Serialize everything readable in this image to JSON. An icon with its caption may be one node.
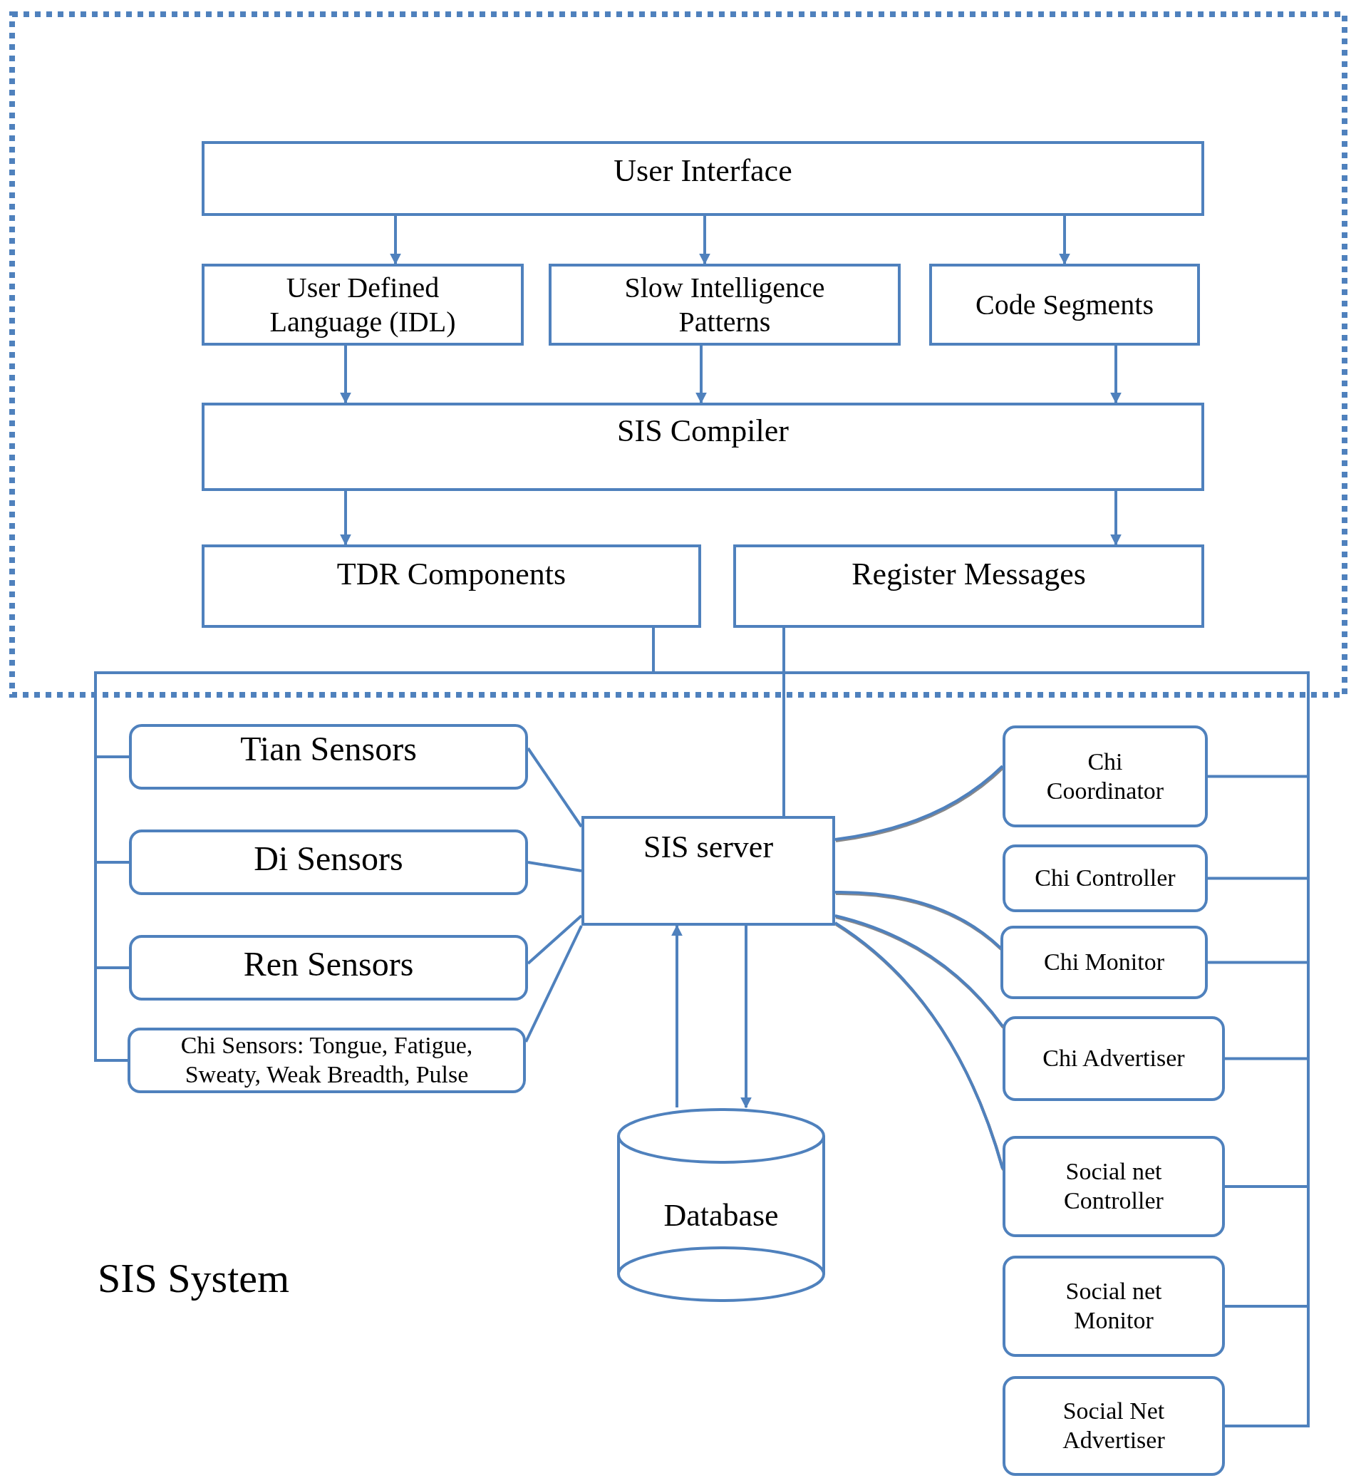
{
  "diagram": {
    "nodes": [
      {
        "text": [],
        "shape": "box"
      },
      {
        "text": [
          "User Interface"
        ],
        "in": 0
      },
      {
        "text": [
          "User Defined Language (IDL)"
        ],
        "in": 0
      },
      {
        "text": [
          "Slow Intelligence Patterns"
        ],
        "in": 0
      },
      {
        "text": [
          "Code Segments"
        ],
        "in": 0
      },
      {
        "text": [
          "SIS Compiler"
        ],
        "in": 0
      },
      {
        "text": [
          "TDR Components"
        ],
        "in": 0
      },
      {
        "text": [
          "Register Messages"
        ],
        "in": 0
      },
      {
        "text": [
          "Tian Sensors"
        ]
      },
      {
        "text": [
          "Di Sensors"
        ]
      },
      {
        "text": [
          "Ren Sensors"
        ]
      },
      {
        "text": [
          "Chi Sensors: Tongue, Fatigue, Sweaty, Weak Breadth, Pulse"
        ]
      },
      {
        "text": [
          "SIS server"
        ]
      },
      {
        "text": [
          "Chi Coordinator"
        ]
      },
      {
        "text": [
          "Chi Controller"
        ]
      },
      {
        "text": [
          "Chi Monitor"
        ]
      },
      {
        "text": [
          "Chi Advertiser"
        ]
      },
      {
        "text": [
          "Database"
        ]
      },
      {
        "text": [
          "Social net Controller"
        ]
      },
      {
        "text": [
          "Social net Monitor"
        ]
      },
      {
        "text": [
          "Social Net Advertiser"
        ]
      }
    ],
    "edges": [
      {
        "from": 1,
        "to": 2,
        "arrow": "to"
      },
      {
        "from": 1,
        "to": 3,
        "arrow": "to"
      },
      {
        "from": 1,
        "to": 4,
        "arrow": "to"
      },
      {
        "from": 2,
        "to": 5,
        "arrow": "to"
      },
      {
        "from": 3,
        "to": 5,
        "arrow": "to"
      },
      {
        "from": 4,
        "to": 5,
        "arrow": "to"
      },
      {
        "from": 5,
        "to": 6,
        "arrow": "to"
      },
      {
        "from": 5,
        "to": 7,
        "arrow": "to"
      },
      {
        "from": 6,
        "to": 8,
        "arrow": "none"
      },
      {
        "from": 6,
        "to": 9,
        "arrow": "none"
      },
      {
        "from": 6,
        "to": 10,
        "arrow": "none"
      },
      {
        "from": 6,
        "to": 11,
        "arrow": "none"
      },
      {
        "from": 6,
        "to": 13,
        "arrow": "none"
      },
      {
        "from": 6,
        "to": 14,
        "arrow": "none"
      },
      {
        "from": 6,
        "to": 15,
        "arrow": "none"
      },
      {
        "from": 6,
        "to": 16,
        "arrow": "none"
      },
      {
        "from": 6,
        "to": 18,
        "arrow": "none"
      },
      {
        "from": 6,
        "to": 19,
        "arrow": "none"
      },
      {
        "from": 6,
        "to": 20,
        "arrow": "none"
      },
      {
        "from": 7,
        "to": 12,
        "arrow": "none"
      },
      {
        "from": 8,
        "to": 12,
        "arrow": "none"
      },
      {
        "from": 9,
        "to": 12,
        "arrow": "none"
      },
      {
        "from": 10,
        "to": 12,
        "arrow": "none"
      },
      {
        "from": 11,
        "to": 12,
        "arrow": "none"
      },
      {
        "from": 12,
        "to": 13,
        "arrow": "none"
      },
      {
        "from": 12,
        "to": 14,
        "arrow": "none"
      },
      {
        "from": 12,
        "to": 15,
        "arrow": "none"
      },
      {
        "from": 12,
        "to": 16,
        "arrow": "none"
      },
      {
        "from": 12,
        "to": 18,
        "arrow": "none"
      },
      {
        "from": 17,
        "to": 12,
        "arrow": "to"
      },
      {
        "from": 12,
        "to": 17,
        "arrow": "to"
      }
    ],
    "labels": [
      "SIS System"
    ]
  }
}
